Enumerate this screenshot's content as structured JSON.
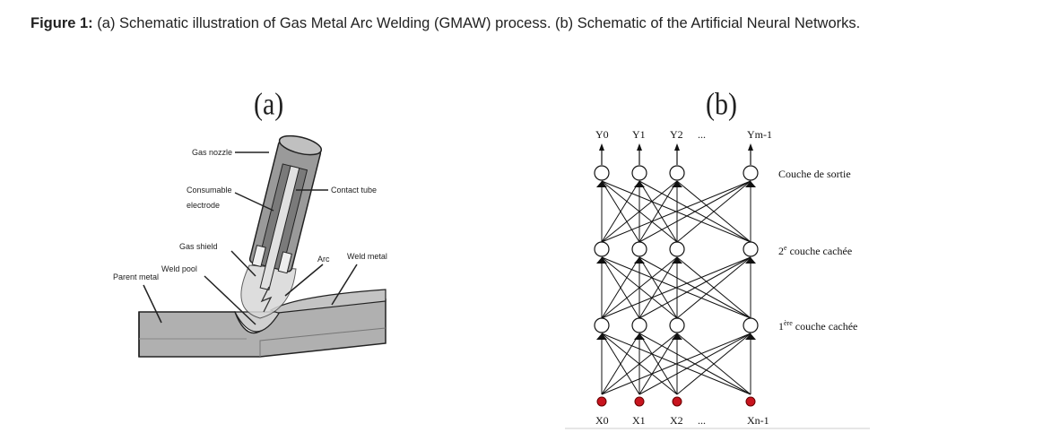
{
  "caption": {
    "bold": "Figure 1:",
    "text": " (a) Schematic illustration of Gas Metal Arc Welding (GMAW) process. (b) Schematic of the Artificial Neural Networks."
  },
  "panel_a": {
    "label": "(a)",
    "labels": {
      "gas_nozzle": "Gas nozzle",
      "consumable_1": "Consumable",
      "consumable_2": "electrode",
      "contact_tube": "Contact tube",
      "gas_shield": "Gas shield",
      "arc": "Arc",
      "weld_metal": "Weld metal",
      "weld_pool": "Weld pool",
      "parent_metal": "Parent metal"
    }
  },
  "panel_b": {
    "label": "(b)",
    "outputs": [
      "Y0",
      "Y1",
      "Y2",
      "...",
      "Ym-1"
    ],
    "inputs": [
      "X0",
      "X1",
      "X2",
      "...",
      "Xn-1"
    ],
    "layer_labels": {
      "output": "Couche de sortie",
      "hidden2_sup": "2",
      "hidden2_sup_e": "e",
      "hidden2": " couche cachée",
      "hidden1_sup": "1",
      "hidden1_sup_e": "ère",
      "hidden1": " couche cachée"
    },
    "colors": {
      "input_node": "#c8141e",
      "node": "#ffffff",
      "line": "#111111"
    }
  }
}
